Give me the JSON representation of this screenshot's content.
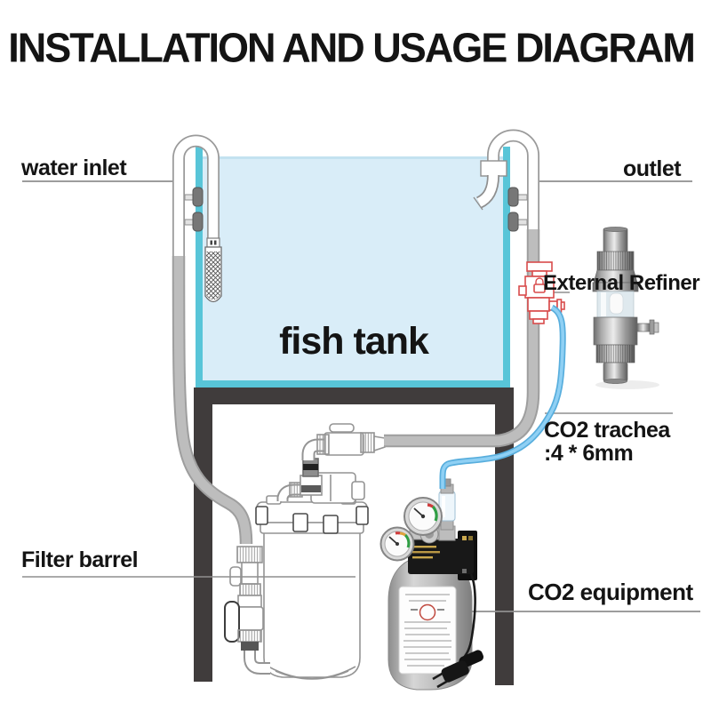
{
  "title": "INSTALLATION AND USAGE DIAGRAM",
  "labels": {
    "water_inlet": "water inlet",
    "outlet": "outlet",
    "external_refiner": "External Refiner",
    "fish_tank": "fish tank",
    "co2_trachea_line1": "CO2 trachea",
    "co2_trachea_line2": ":4 * 6mm",
    "filter_barrel": "Filter barrel",
    "co2_equipment": "CO2 equipment"
  },
  "colors": {
    "tank_fill": "#d9edf8",
    "tank_border": "#58c5d8",
    "stand": "#403c3c",
    "tube_edge": "#9e9e9e",
    "tube_fill": "#bdbdbd",
    "pipe_edge": "#9a9a9a",
    "pipe_fill": "#ffffff",
    "blue_tube_edge": "#58aedd",
    "blue_tube_fill": "#8fd0f4",
    "refiner_red": "#d84b4b",
    "leader_line": "#8f8f8f",
    "lineart": "#8f8f8f",
    "text": "#141414"
  }
}
